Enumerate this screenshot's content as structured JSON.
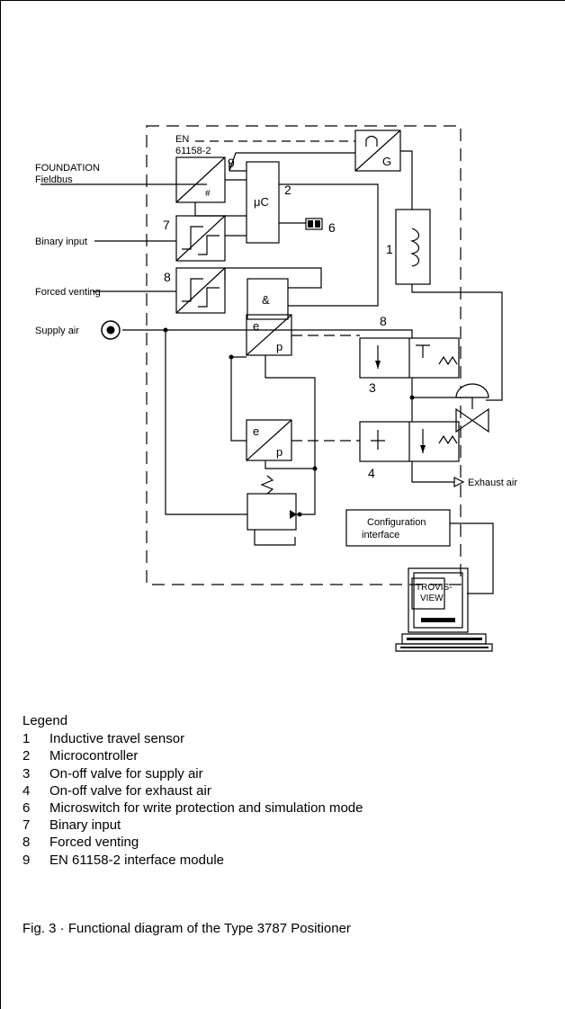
{
  "diagram": {
    "en_label": "EN",
    "en_number": "61158-2",
    "fieldbus_line1": "FOUNDATION",
    "fieldbus_line2": "Fieldbus",
    "binary_input": "Binary input",
    "forced_venting": "Forced venting",
    "supply_air": "Supply air",
    "exhaust_air": "Exhaust air",
    "mu_c": "μC",
    "and_gate": "&",
    "hash": "#",
    "g_label": "G",
    "ep_e": "e",
    "ep_p": "p",
    "config_line1": "Configuration",
    "config_line2": "interface",
    "trovis_line1": "TROVIS-",
    "trovis_line2": "VIEW",
    "num_9": "9",
    "num_2": "2",
    "num_6": "6",
    "num_7": "7",
    "num_8_left": "8",
    "num_1": "1",
    "num_8_right": "8",
    "num_3": "3",
    "num_4": "4"
  },
  "legend": {
    "title": "Legend",
    "items": [
      {
        "num": "1",
        "text": "Inductive travel sensor"
      },
      {
        "num": "2",
        "text": "Microcontroller"
      },
      {
        "num": "3",
        "text": "On-off valve for supply air"
      },
      {
        "num": "4",
        "text": "On-off valve for exhaust air"
      },
      {
        "num": "6",
        "text": "Microswitch for write protection and simulation mode"
      },
      {
        "num": "7",
        "text": "Binary input"
      },
      {
        "num": "8",
        "text": "Forced venting"
      },
      {
        "num": "9",
        "text": "EN 61158-2 interface module"
      }
    ]
  },
  "caption": "Fig. 3 · Functional diagram of the Type 3787 Positioner"
}
